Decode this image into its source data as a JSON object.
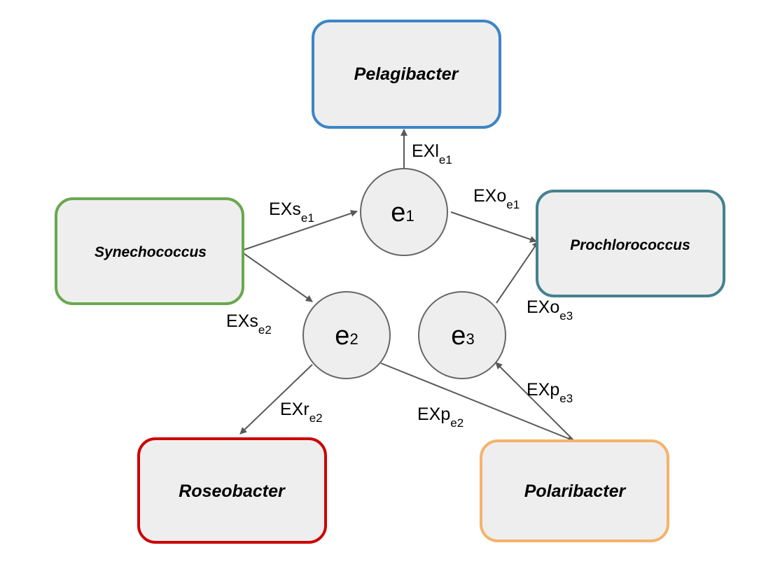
{
  "organisms": {
    "pelagibacter": {
      "label": "Pelagibacter",
      "color": "#3d85c6"
    },
    "synechococcus": {
      "label": "Synechococcus",
      "color": "#6aa84f"
    },
    "prochlorococcus": {
      "label": "Prochlorococcus",
      "color": "#45818e"
    },
    "roseobacter": {
      "label": "Roseobacter",
      "color": "#cc0000"
    },
    "polaribacter": {
      "label": "Polaribacter",
      "color": "#f6b26b"
    }
  },
  "nodes": {
    "e1": {
      "base": "e",
      "sub": "1"
    },
    "e2": {
      "base": "e",
      "sub": "2"
    },
    "e3": {
      "base": "e",
      "sub": "3"
    }
  },
  "edges": {
    "exl_e1": {
      "base": "EXl",
      "sub": "e1",
      "from": "e1",
      "to": "pelagibacter"
    },
    "exs_e1": {
      "base": "EXs",
      "sub": "e1",
      "from": "synechococcus",
      "to": "e1"
    },
    "exo_e1": {
      "base": "EXo",
      "sub": "e1",
      "from": "e1",
      "to": "prochlorococcus"
    },
    "exs_e2": {
      "base": "EXs",
      "sub": "e2",
      "from": "synechococcus",
      "to": "e2"
    },
    "exo_e3": {
      "base": "EXo",
      "sub": "e3",
      "from": "e3",
      "to": "prochlorococcus"
    },
    "exr_e2": {
      "base": "EXr",
      "sub": "e2",
      "from": "e2",
      "to": "roseobacter"
    },
    "exp_e2": {
      "base": "EXp",
      "sub": "e2",
      "from": "e2",
      "to": "polaribacter"
    },
    "exp_e3": {
      "base": "EXp",
      "sub": "e3",
      "from": "polaribacter",
      "to": "e3"
    }
  },
  "colors": {
    "box_fill": "#eeeeee",
    "node_stroke": "#666666",
    "arrow": "#595959"
  }
}
